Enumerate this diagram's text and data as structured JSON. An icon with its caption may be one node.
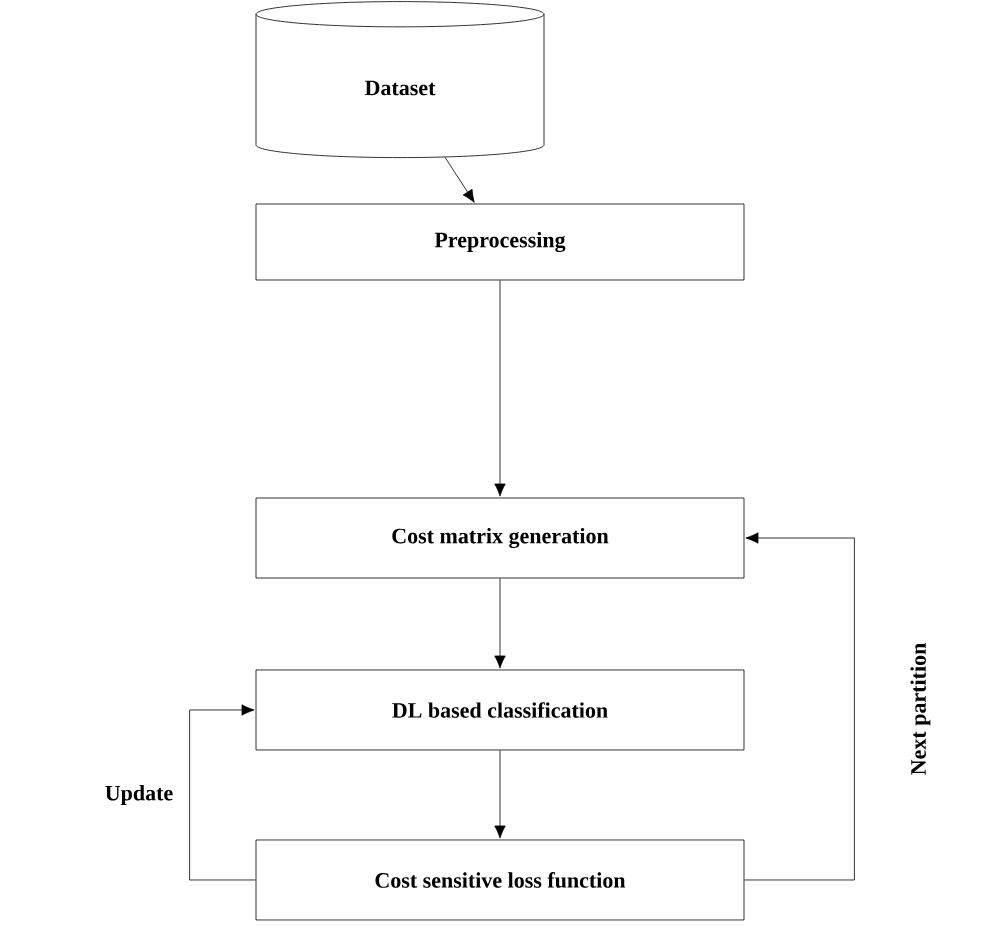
{
  "diagram": {
    "nodes": [
      {
        "text": [
          "Dataset"
        ]
      },
      {
        "text": [
          "Preprocessing"
        ]
      },
      {
        "text": [
          "Cost matrix generation"
        ]
      },
      {
        "text": [
          "DL based classification"
        ]
      },
      {
        "text": [
          "Cost sensitive loss function"
        ]
      }
    ],
    "edges": [
      {
        "from": 0,
        "to": 1,
        "arrow": "to"
      },
      {
        "from": 1,
        "to": 2,
        "arrow": "to"
      },
      {
        "from": 2,
        "to": 3,
        "arrow": "to"
      },
      {
        "from": 3,
        "to": 4,
        "arrow": "to"
      },
      {
        "from": 4,
        "to": 3,
        "arrow": "to",
        "label": "Update"
      },
      {
        "from": 4,
        "to": 2,
        "arrow": "to",
        "label": "Next partition"
      }
    ]
  }
}
